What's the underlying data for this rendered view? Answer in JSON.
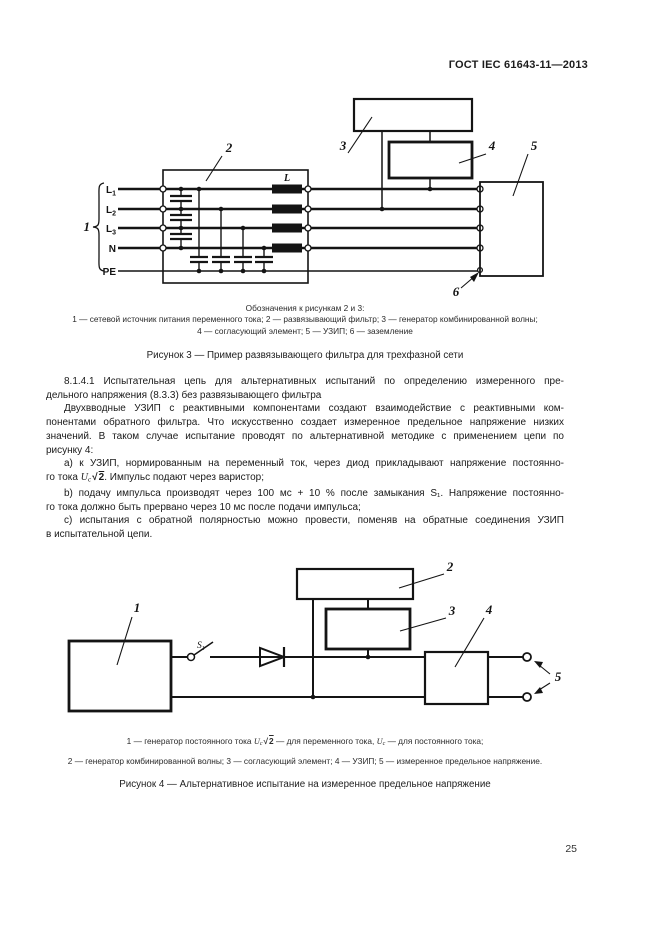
{
  "header": {
    "title": "ГОСТ IEC 61643-11—2013"
  },
  "page_number": "25",
  "figure3": {
    "callout_1": "1",
    "callout_2": "2",
    "callout_3": "3",
    "callout_4": "4",
    "callout_5": "5",
    "callout_6": "6",
    "line_l1_base": "L",
    "line_l1_sub": "1",
    "line_l2_base": "L",
    "line_l2_sub": "2",
    "line_l3_base": "L",
    "line_l3_sub": "3",
    "line_n": "N",
    "line_pe": "PE",
    "inductor_label": "L",
    "legend_title": "Обозначения к рисункам 2 и 3:",
    "legend_line1": "1 — сетевой источник питания переменного тока; 2 — развязывающий фильтр; 3 — генератор комбинированной волны;",
    "legend_line2": "4 — согласующий элемент; 5 — УЗИП; 6 — заземление",
    "caption": "Рисунок 3 — Пример развязывающего фильтра для трехфазной сети"
  },
  "body": {
    "p1_l1": "8.1.4.1 Испытательная цепь для альтернативных испытаний по определению измеренного пре-",
    "p1_l2": "дельного напряжения (8.3.3) без развязывающего фильтра",
    "p2_l1": "Двухвводные УЗИП с реактивными компонентами создают взаимодействие с реактивными ком-",
    "p2_l2": "понентами обратного фильтра. Что искусственно создает измеренное предельное напряжение низких",
    "p2_l3": "значений. В таком случае испытание проводят по альтернативной методике с применением цепи по",
    "p2_l4": "рисунку 4:",
    "pa_l1": "a) к УЗИП, нормированным на переменный ток, через диод прикладывают напряжение постоянно-",
    "pa_l2_pre": "го тока ",
    "pa_u": "U",
    "pa_u_sub": "c",
    "pa_sqrt_sym": "√",
    "pa_sqrt_val": "2",
    "pa_l2_post": ". Импульс подают через варистор;",
    "pb_l1": "b) подачу импульса производят через 100 мс + 10 % после замыкания S₁. Напряжение постоянно-",
    "pb_l2": "го тока должно быть прервано через 10 мс после подачи импульса;",
    "pc_l1": "c) испытания с обратной полярностью можно провести, поменяв на обратные соединения УЗИП",
    "pc_l2": "в испытательной цепи."
  },
  "figure4": {
    "callout_1": "1",
    "callout_2": "2",
    "callout_3": "3",
    "callout_4": "4",
    "callout_5": "5",
    "switch_base": "S",
    "switch_sub": "1",
    "note1_pre": "1 — генератор постоянного тока ",
    "note1_u1": "U",
    "note1_u1_sub": "c",
    "note1_sqrt_sym": "√",
    "note1_sqrt_val": "2",
    "note1_mid": " — для переменного тока, ",
    "note1_u2": "U",
    "note1_u2_sub": "c",
    "note1_post": " — для постоянного тока;",
    "note2": "2 — генератор комбинированной волны; 3 — согласующий элемент; 4 — УЗИП; 5 — измеренное предельное напряжение.",
    "caption": "Рисунок 4 — Альтернативное испытание на измеренное предельное напряжение"
  }
}
